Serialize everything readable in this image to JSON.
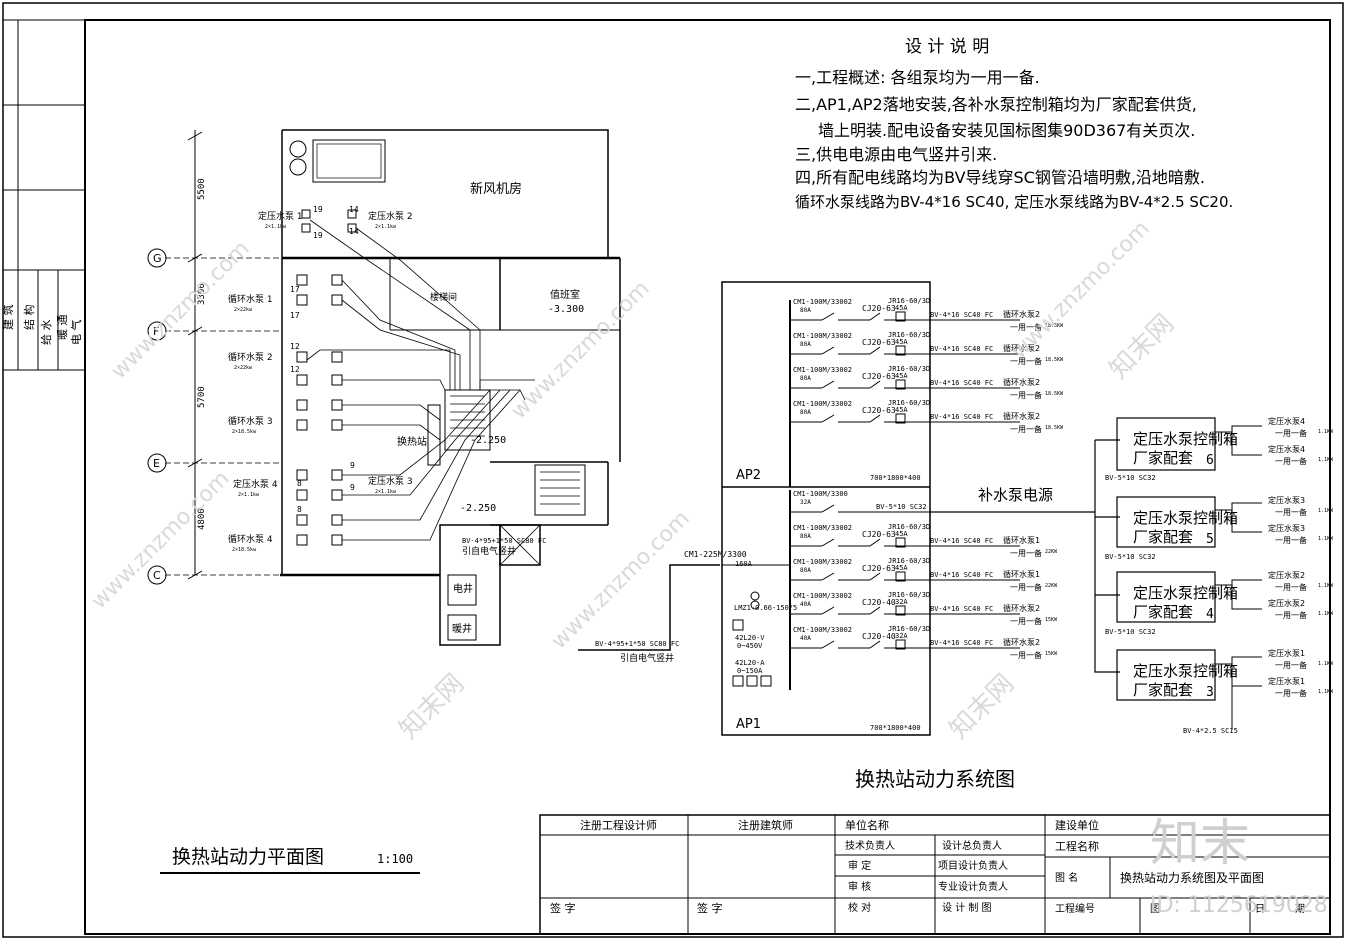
{
  "notes": {
    "title": "设 计 说 明",
    "lines": [
      "一,工程概述: 各组泵均为一用一备.",
      "二,AP1,AP2落地安装,各补水泵控制箱均为厂家配套供货,",
      "墙上明装.配电设备安装见国标图集90D367有关页次.",
      "三,供电电源由电气竖井引来.",
      "四,所有配电线路均为BV导线穿SC钢管沿墙明敷,沿地暗敷.",
      "循环水泵线路为BV-4*16 SC40, 定压水泵线路为BV-4*2.5 SC20."
    ]
  },
  "left_strip": {
    "cells": [
      "建 筑",
      "结 构",
      "给 水",
      "暖 通",
      "电 气"
    ]
  },
  "plan": {
    "title": "换热站动力平面图",
    "scale": "1:100",
    "room_new_air": "新风机房",
    "room_duty": "值班室",
    "duty_elev": "-3.300",
    "stair_label": "楼梯间",
    "station_label": "换热站",
    "elev_1": "-2.250",
    "elev_2": "-2.250",
    "shaft_elec": "电井",
    "shaft_heat": "暖井",
    "feed_label": "BV-4*95+1*50  SC80 FC",
    "feed_from": "引自电气竖井",
    "axes": [
      "G",
      "F",
      "E",
      "C"
    ],
    "dims": [
      "5500",
      "3300",
      "5700",
      "4800"
    ],
    "pumps": [
      {
        "name": "定压水泵 1",
        "sub": "2×1.1kw"
      },
      {
        "name": "定压水泵 2",
        "sub": "2×1.1kw"
      },
      {
        "name": "循环水泵 1",
        "sub": "2×22kw"
      },
      {
        "name": "循环水泵 2",
        "sub": "2×22kw"
      },
      {
        "name": "循环水泵 3",
        "sub": "2×18.5kw"
      },
      {
        "name": "定压水泵 4",
        "sub": "2×1.1kw"
      },
      {
        "name": "定压水泵 3",
        "sub": "2×1.1kw"
      },
      {
        "name": "循环水泵 4",
        "sub": "2×18.5kw"
      }
    ],
    "numbers": [
      "19",
      "14",
      "19",
      "14",
      "17",
      "17",
      "12",
      "12",
      "9",
      "9",
      "8",
      "8"
    ]
  },
  "system": {
    "title": "换热站动力系统图",
    "ap2": "AP2",
    "ap1": "AP1",
    "ap2_size": "700*1800*400",
    "ap1_size": "700*1800*400",
    "makeup_source": "补水泵电源",
    "makeup_cable": "BV-5*10 SC32",
    "main_breaker": "CM1-225M/3300",
    "main_breaker_a": "160A",
    "ct": "LMZ1-0.66-150/5",
    "meter_v": "42L20-V",
    "meter_v2": "0~450V",
    "meter_a": "42L20-A",
    "meter_a2": "0~150A",
    "ap2_branches": [
      {
        "breaker": "CM1-100M/33002",
        "amp": "80A",
        "contactor": "CJ20-63",
        "ca": "45A",
        "relay": "JR16-60/3D",
        "cable": "BV-4*16 SC40 FC",
        "load": "循环水泵2",
        "mode": "一用一备",
        "kw": "18.5KW"
      },
      {
        "breaker": "CM1-100M/33002",
        "amp": "80A",
        "contactor": "CJ20-63",
        "ca": "45A",
        "relay": "JR16-60/3D",
        "cable": "BV-4*16 SC40 FC",
        "load": "循环水泵2",
        "mode": "一用一备",
        "kw": "18.5KW"
      },
      {
        "breaker": "CM1-100M/33002",
        "amp": "80A",
        "contactor": "CJ20-63",
        "ca": "45A",
        "relay": "JR16-60/3D",
        "cable": "BV-4*16 SC40 FC",
        "load": "循环水泵2",
        "mode": "一用一备",
        "kw": "18.5KW"
      },
      {
        "breaker": "CM1-100M/33002",
        "amp": "80A",
        "contactor": "CJ20-63",
        "ca": "45A",
        "relay": "JR16-60/3D",
        "cable": "BV-4*16 SC40 FC",
        "load": "循环水泵2",
        "mode": "一用一备",
        "kw": "18.5KW"
      }
    ],
    "ap1_branches": [
      {
        "breaker": "CM1-100M/3300",
        "amp": "32A",
        "contactor": "",
        "ca": "",
        "relay": "",
        "cable": "BV-5*10 SC32",
        "load": "",
        "mode": "",
        "kw": ""
      },
      {
        "breaker": "CM1-100M/33002",
        "amp": "80A",
        "contactor": "CJ20-63",
        "ca": "45A",
        "relay": "JR16-60/3D",
        "cable": "BV-4*16 SC40 FC",
        "load": "循环水泵1",
        "mode": "一用一备",
        "kw": "22KW"
      },
      {
        "breaker": "CM1-100M/33002",
        "amp": "80A",
        "contactor": "CJ20-63",
        "ca": "45A",
        "relay": "JR16-60/3D",
        "cable": "BV-4*16 SC40 FC",
        "load": "循环水泵1",
        "mode": "一用一备",
        "kw": "22KW"
      },
      {
        "breaker": "CM1-100M/33002",
        "amp": "40A",
        "contactor": "CJ20-40",
        "ca": "32A",
        "relay": "JR16-60/3D",
        "cable": "BV-4*16 SC40 FC",
        "load": "循环水泵2",
        "mode": "一用一备",
        "kw": "15KW"
      },
      {
        "breaker": "CM1-100M/33002",
        "amp": "40A",
        "contactor": "CJ20-40",
        "ca": "32A",
        "relay": "JR16-60/3D",
        "cable": "BV-4*16 SC40 FC",
        "load": "循环水泵2",
        "mode": "一用一备",
        "kw": "15KW"
      }
    ],
    "control_boxes": [
      {
        "line1": "定压水泵控制箱",
        "line2": "厂家配套",
        "num": "6",
        "cable": "BV-5*10 SC32",
        "outs": [
          {
            "load": "定压水泵4",
            "mode": "一用一备",
            "kw": "1.1KW"
          },
          {
            "load": "定压水泵4",
            "mode": "一用一备",
            "kw": "1.1KW"
          }
        ]
      },
      {
        "line1": "定压水泵控制箱",
        "line2": "厂家配套",
        "num": "5",
        "cable": "BV-5*10 SC32",
        "outs": [
          {
            "load": "定压水泵3",
            "mode": "一用一备",
            "kw": "1.1KW"
          },
          {
            "load": "定压水泵3",
            "mode": "一用一备",
            "kw": "1.1KW"
          }
        ]
      },
      {
        "line1": "定压水泵控制箱",
        "line2": "厂家配套",
        "num": "4",
        "cable": "BV-5*10 SC32",
        "outs": [
          {
            "load": "定压水泵2",
            "mode": "一用一备",
            "kw": "1.1KW"
          },
          {
            "load": "定压水泵2",
            "mode": "一用一备",
            "kw": "1.1KW"
          }
        ]
      },
      {
        "line1": "定压水泵控制箱",
        "line2": "厂家配套",
        "num": "3",
        "cable": "",
        "outs": [
          {
            "load": "定压水泵1",
            "mode": "一用一备",
            "kw": "1.1KW"
          },
          {
            "load": "定压水泵1",
            "mode": "一用一备",
            "kw": "1.1KW"
          }
        ]
      }
    ],
    "out_cable": "BV-4*2.5 SC15"
  },
  "title_block": {
    "reg_engineer": "注册工程设计师",
    "reg_architect": "注册建筑师",
    "unit_name": "单位名称",
    "owner": "建设单位",
    "project_name": "工程名称",
    "tech_lead": "技术负责人",
    "design_lead": "设计总负责人",
    "review": "审    定",
    "project_lead": "项目设计负责人",
    "check": "审    核",
    "discipline_lead": "专业设计负责人",
    "verify": "校    对",
    "drawn": "设 计 制 图",
    "drawing_name_label": "图    名",
    "drawing_name": "换热站动力系统图及平面图",
    "sign1": "签    字",
    "sign2": "签    字",
    "project_no": "工程编号",
    "drawing_no": "图",
    "date": "日",
    "period": "期"
  },
  "watermark": {
    "brand": "知末",
    "id": "ID: 1125619028",
    "site": "www.znzmo.com",
    "site_cn": "知末网"
  }
}
